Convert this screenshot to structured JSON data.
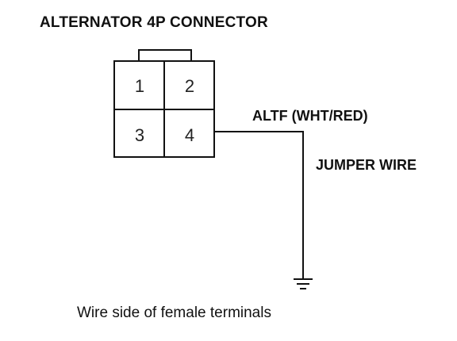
{
  "title": "ALTERNATOR 4P CONNECTOR",
  "connector": {
    "terminals": [
      "1",
      "2",
      "3",
      "4"
    ]
  },
  "labels": {
    "wire": "ALTF (WHT/RED)",
    "jumper": "JUMPER WIRE"
  },
  "caption": "Wire side of female terminals",
  "icons": {
    "ground": "ground-symbol-icon"
  }
}
